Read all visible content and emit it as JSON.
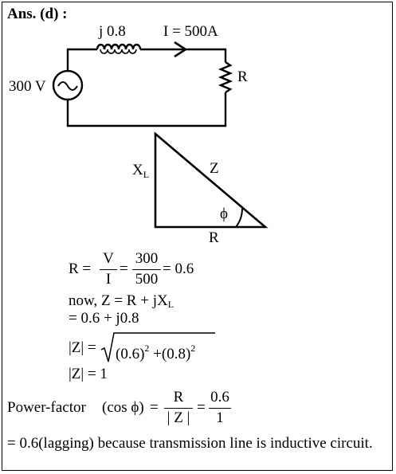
{
  "heading": "Ans. (d) :",
  "circuit": {
    "reactance_label": "j 0.8",
    "current_label": "I = 500A",
    "resistor_label": "R",
    "source_label": "300 V"
  },
  "triangle": {
    "xl": "X",
    "xl_sub": "L",
    "z": "Z",
    "phi": "ϕ",
    "r": "R"
  },
  "solution": {
    "r_lhs": "R =",
    "eq1": "=",
    "frac1_num": "V",
    "frac1_den": "I",
    "frac2_num": "300",
    "frac2_den": "500",
    "r_result": "= 0.6",
    "line2_main": "now, Z = R + jX",
    "line2_sub": "L",
    "line3": "= 0.6  + j0.8",
    "mag_lhs": "|Z| =",
    "mag_term1": "(0.6)",
    "mag_plus": " +",
    "mag_term2": "(0.8)",
    "mag_exp": "2",
    "mag_result": "|Z| = 1",
    "pf_label": "Power-factor",
    "pf_cos": "(cos ϕ)",
    "pf_eq1": "=",
    "pf_num": "R",
    "pf_den": "| Z |",
    "pf_eq2": "=",
    "pf_num2": "0.6",
    "pf_den2": "1",
    "conclusion": "= 0.6(lagging)   because transmission line is inductive circuit."
  }
}
